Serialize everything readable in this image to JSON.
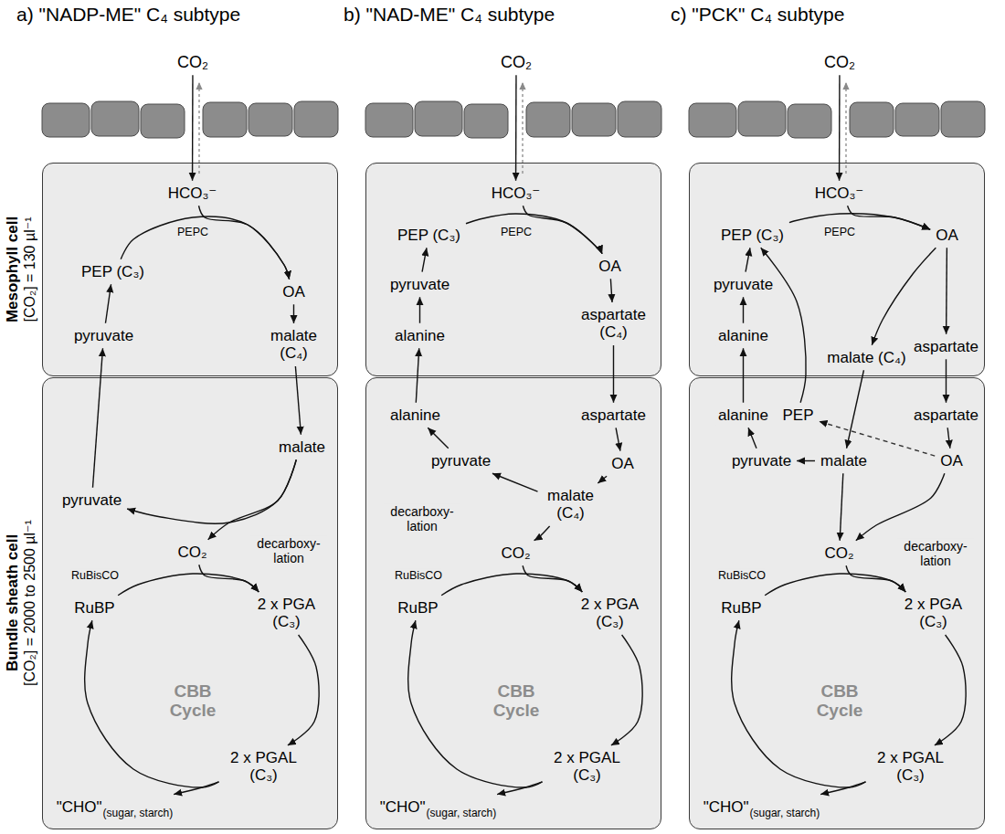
{
  "diagram": {
    "nodes": [
      {
        "text": [
          "CO₂"
        ]
      },
      {
        "text": [
          "Mesophyll cell",
          "[CO₂] = 130 µl⁻¹"
        ]
      },
      {
        "text": [
          "HCO₃⁻"
        ],
        "in": 1
      },
      {
        "text": [
          "PEP (C₃)"
        ],
        "in": 1
      },
      {
        "text": [
          "OA"
        ],
        "in": 1
      },
      {
        "text": [
          "pyruvate"
        ],
        "in": 1
      },
      {
        "text": [
          "malate (C₄)"
        ],
        "in": 1
      },
      {
        "text": [
          "Bundle sheath cell",
          "[CO₂] = 2000 to 2500 µl⁻¹"
        ]
      },
      {
        "text": [
          "malate"
        ],
        "in": 7
      },
      {
        "text": [
          "pyruvate"
        ],
        "in": 7
      },
      {
        "text": [
          "CO₂"
        ],
        "in": 7
      },
      {
        "text": [
          "RuBP"
        ],
        "in": 7
      },
      {
        "text": [
          "2 x PGA (C₃)"
        ],
        "in": 7
      },
      {
        "text": [
          "2 x PGAL (C₃)"
        ],
        "in": 7
      },
      {
        "text": [
          "\"CHO\"",
          "(sugar, starch)"
        ],
        "in": 7
      },
      {
        "text": [
          "CO₂"
        ]
      },
      {
        "text": []
      },
      {
        "text": [
          "HCO₃⁻"
        ],
        "in": 16
      },
      {
        "text": [
          "PEP (C₃)"
        ],
        "in": 16
      },
      {
        "text": [
          "OA"
        ],
        "in": 16
      },
      {
        "text": [
          "pyruvate"
        ],
        "in": 16
      },
      {
        "text": [
          "alanine"
        ],
        "in": 16
      },
      {
        "text": [
          "aspartate (C₄)"
        ],
        "in": 16
      },
      {
        "text": []
      },
      {
        "text": [
          "alanine"
        ],
        "in": 23
      },
      {
        "text": [
          "aspartate"
        ],
        "in": 23
      },
      {
        "text": [
          "pyruvate"
        ],
        "in": 23
      },
      {
        "text": [
          "OA"
        ],
        "in": 23
      },
      {
        "text": [
          "malate (C₄)"
        ],
        "in": 23
      },
      {
        "text": [
          "CO₂"
        ],
        "in": 23
      },
      {
        "text": [
          "RuBP"
        ],
        "in": 23
      },
      {
        "text": [
          "2 x PGA (C₃)"
        ],
        "in": 23
      },
      {
        "text": [
          "2 x PGAL (C₃)"
        ],
        "in": 23
      },
      {
        "text": [
          "\"CHO\"",
          "(sugar, starch)"
        ],
        "in": 23
      },
      {
        "text": [
          "CO₂"
        ]
      },
      {
        "text": []
      },
      {
        "text": [
          "HCO₃⁻"
        ],
        "in": 35
      },
      {
        "text": [
          "PEP (C₃)"
        ],
        "in": 35
      },
      {
        "text": [
          "OA"
        ],
        "in": 35
      },
      {
        "text": [
          "pyruvate"
        ],
        "in": 35
      },
      {
        "text": [
          "alanine"
        ],
        "in": 35
      },
      {
        "text": [
          "malate (C₄)"
        ],
        "in": 35
      },
      {
        "text": [
          "aspartate"
        ],
        "in": 35
      },
      {
        "text": []
      },
      {
        "text": [
          "alanine"
        ],
        "in": 43
      },
      {
        "text": [
          "PEP"
        ],
        "in": 43
      },
      {
        "text": [
          "aspartate"
        ],
        "in": 43
      },
      {
        "text": [
          "pyruvate"
        ],
        "in": 43
      },
      {
        "text": [
          "malate"
        ],
        "in": 43
      },
      {
        "text": [
          "OA"
        ],
        "in": 43
      },
      {
        "text": [
          "CO₂"
        ],
        "in": 43
      },
      {
        "text": [
          "RuBP"
        ],
        "in": 43
      },
      {
        "text": [
          "2 x PGA (C₃)"
        ],
        "in": 43
      },
      {
        "text": [
          "2 x PGAL (C₃)"
        ],
        "in": 43
      },
      {
        "text": [
          "\"CHO\"",
          "(sugar, starch)"
        ],
        "in": 43
      }
    ],
    "edges": [
      {
        "from": 0,
        "to": 2,
        "arrow": "to"
      },
      {
        "from": 3,
        "to": 4,
        "arrow": "to"
      },
      {
        "from": 2,
        "to": 4,
        "arrow": "to"
      },
      {
        "from": 4,
        "to": 6,
        "arrow": "to"
      },
      {
        "from": 5,
        "to": 3,
        "arrow": "to"
      },
      {
        "from": 6,
        "to": 8,
        "arrow": "to"
      },
      {
        "from": 8,
        "to": 9,
        "arrow": "to"
      },
      {
        "from": 8,
        "to": 10,
        "arrow": "to"
      },
      {
        "from": 9,
        "to": 5,
        "arrow": "to"
      },
      {
        "from": 11,
        "to": 12,
        "arrow": "to"
      },
      {
        "from": 10,
        "to": 12,
        "arrow": "to"
      },
      {
        "from": 12,
        "to": 13,
        "arrow": "to"
      },
      {
        "from": 13,
        "to": 11,
        "arrow": "to"
      },
      {
        "from": 13,
        "to": 14,
        "arrow": "to"
      },
      {
        "from": 15,
        "to": 17,
        "arrow": "to"
      },
      {
        "from": 18,
        "to": 19,
        "arrow": "to"
      },
      {
        "from": 17,
        "to": 19,
        "arrow": "to"
      },
      {
        "from": 19,
        "to": 22,
        "arrow": "to"
      },
      {
        "from": 21,
        "to": 20,
        "arrow": "to"
      },
      {
        "from": 20,
        "to": 18,
        "arrow": "to"
      },
      {
        "from": 22,
        "to": 25,
        "arrow": "to"
      },
      {
        "from": 24,
        "to": 21,
        "arrow": "to"
      },
      {
        "from": 26,
        "to": 24,
        "arrow": "to"
      },
      {
        "from": 25,
        "to": 27,
        "arrow": "to"
      },
      {
        "from": 27,
        "to": 28,
        "arrow": "to"
      },
      {
        "from": 28,
        "to": 26,
        "arrow": "to"
      },
      {
        "from": 28,
        "to": 29,
        "arrow": "to"
      },
      {
        "from": 30,
        "to": 31,
        "arrow": "to"
      },
      {
        "from": 29,
        "to": 31,
        "arrow": "to"
      },
      {
        "from": 31,
        "to": 32,
        "arrow": "to"
      },
      {
        "from": 32,
        "to": 30,
        "arrow": "to"
      },
      {
        "from": 32,
        "to": 33,
        "arrow": "to"
      },
      {
        "from": 34,
        "to": 36,
        "arrow": "to"
      },
      {
        "from": 37,
        "to": 38,
        "arrow": "to"
      },
      {
        "from": 36,
        "to": 38,
        "arrow": "to"
      },
      {
        "from": 38,
        "to": 41,
        "arrow": "to"
      },
      {
        "from": 38,
        "to": 42,
        "arrow": "to"
      },
      {
        "from": 40,
        "to": 39,
        "arrow": "to"
      },
      {
        "from": 39,
        "to": 37,
        "arrow": "to"
      },
      {
        "from": 45,
        "to": 37,
        "arrow": "to"
      },
      {
        "from": 41,
        "to": 48,
        "arrow": "to"
      },
      {
        "from": 42,
        "to": 46,
        "arrow": "to"
      },
      {
        "from": 44,
        "to": 40,
        "arrow": "to"
      },
      {
        "from": 47,
        "to": 44,
        "arrow": "to"
      },
      {
        "from": 48,
        "to": 47,
        "arrow": "to"
      },
      {
        "from": 46,
        "to": 49,
        "arrow": "to"
      },
      {
        "from": 49,
        "to": 45,
        "arrow": "to"
      },
      {
        "from": 48,
        "to": 50,
        "arrow": "to"
      },
      {
        "from": 49,
        "to": 50,
        "arrow": "to"
      },
      {
        "from": 51,
        "to": 52,
        "arrow": "to"
      },
      {
        "from": 50,
        "to": 52,
        "arrow": "to"
      },
      {
        "from": 52,
        "to": 53,
        "arrow": "to"
      },
      {
        "from": 53,
        "to": 51,
        "arrow": "to"
      },
      {
        "from": 53,
        "to": 54,
        "arrow": "to"
      }
    ],
    "labels": [
      "a) \"NADP-ME\" C₄ subtype",
      "b) \"NAD-ME\" C₄ subtype",
      "c) \"PCK\" C₄ subtype",
      "PEPC",
      "decarboxy- lation",
      "RuBisCO",
      "CBB Cycle",
      "PEPC",
      "decarboxy- lation",
      "RuBisCO",
      "CBB Cycle",
      "PEPC",
      "decarboxy- lation",
      "RuBisCO",
      "CBB Cycle"
    ]
  }
}
